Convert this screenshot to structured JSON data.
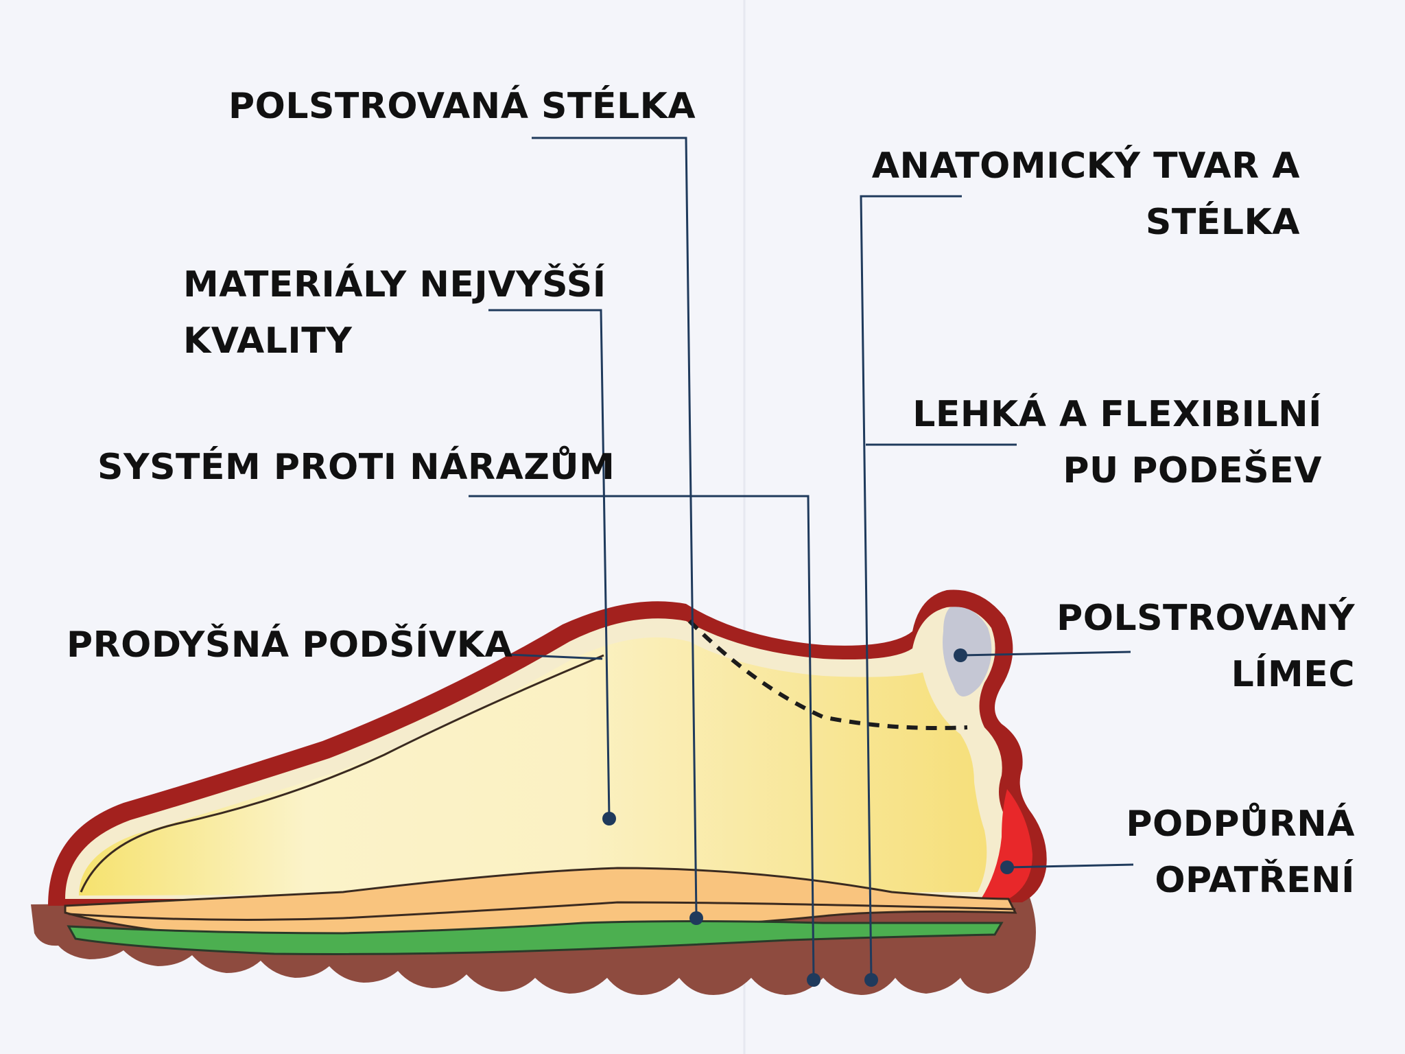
{
  "diagram": {
    "labels": {
      "padded_insole": "POLSTROVANÁ STÉLKA",
      "anatomic_shape": "ANATOMICKÝ TVAR A\nSTÉLKA",
      "top_materials": "MATERIÁLY NEJVYŠŠÍ\nKVALITY",
      "light_sole": "LEHKÁ A FLEXIBILNÍ\nPU PODEŠEV",
      "impact_system": "SYSTÉM PROTI NÁRAZŮM",
      "breathable_lining": "PRODYŠNÁ PODŠÍVKA",
      "padded_collar": "POLSTROVANÝ\nLÍMEC",
      "support_measures": "PODPŮRNÁ\nOPATŘENÍ"
    },
    "colors": {
      "background": "#f4f5fa",
      "outer_upper": "#a3211e",
      "lining": "#f7f1cf",
      "inner_yellow": "#f6e58d",
      "insole_orange": "#f9c47e",
      "insole_green": "#4caf50",
      "sole_brown": "#8b4a3e",
      "collar_pad": "#c7c9d6",
      "heel_support": "#e8282a",
      "leader_line": "#1f3a5c"
    }
  }
}
